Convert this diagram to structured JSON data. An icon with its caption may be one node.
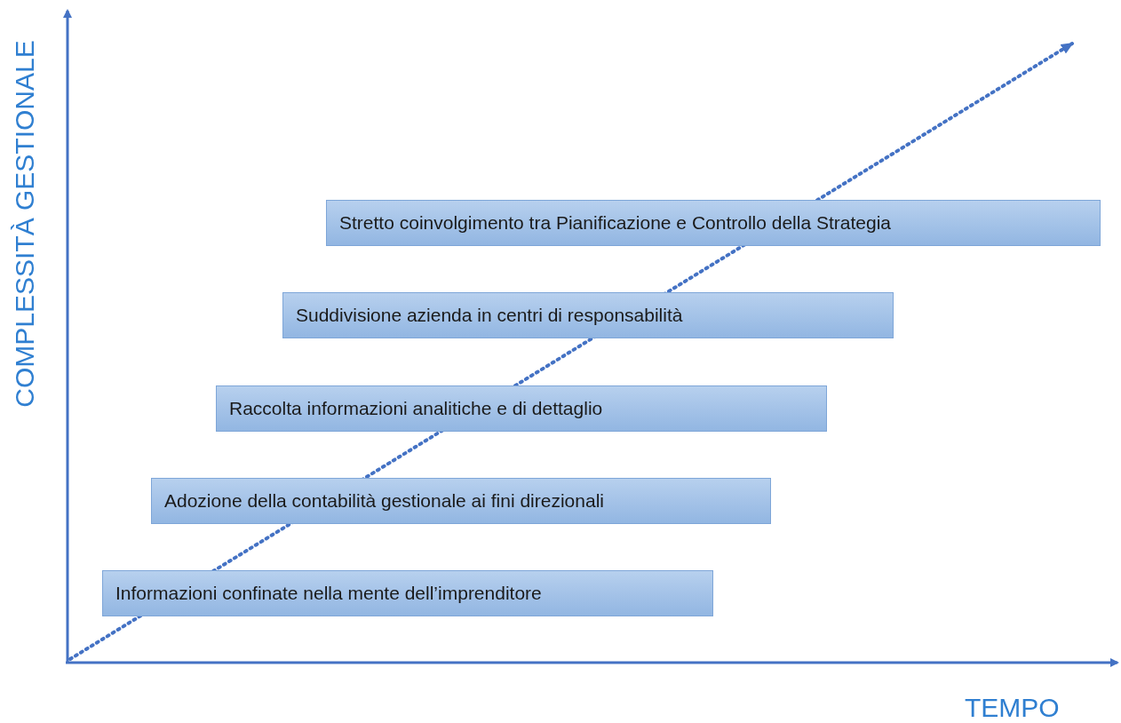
{
  "diagram": {
    "nodes": [
      {
        "text": [
          "Stretto coinvolgimento tra Pianificazione e Controllo della Strategia"
        ]
      },
      {
        "text": [
          "Suddivisione azienda in centri di responsabilità"
        ]
      },
      {
        "text": [
          "Raccolta informazioni analitiche e di dettaglio"
        ]
      },
      {
        "text": [
          "Adozione della contabilità gestionale ai fini direzionali"
        ]
      },
      {
        "text": [
          "Informazioni confinate nella mente dell’imprenditore"
        ]
      }
    ],
    "labels": [
      "COMPLESSITÀ GESTIONALE",
      "TEMPO"
    ]
  }
}
